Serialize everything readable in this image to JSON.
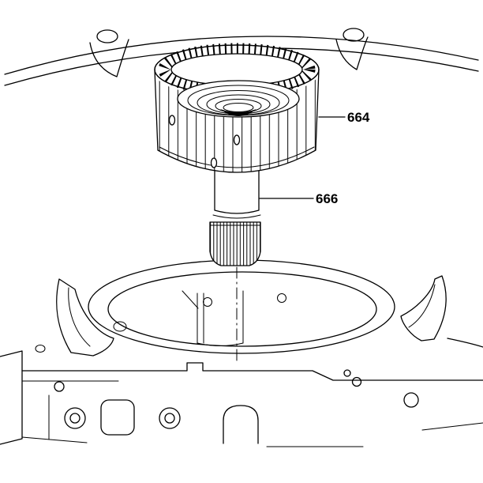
{
  "figure": {
    "background": "#ffffff",
    "line_color": "#000000",
    "description": "Service-manual line illustration: splined clutch drum with shaft aligned above transmission case bore"
  },
  "callouts": [
    {
      "label": "664",
      "target": "clutch-drum"
    },
    {
      "label": "666",
      "target": "shaft"
    }
  ]
}
